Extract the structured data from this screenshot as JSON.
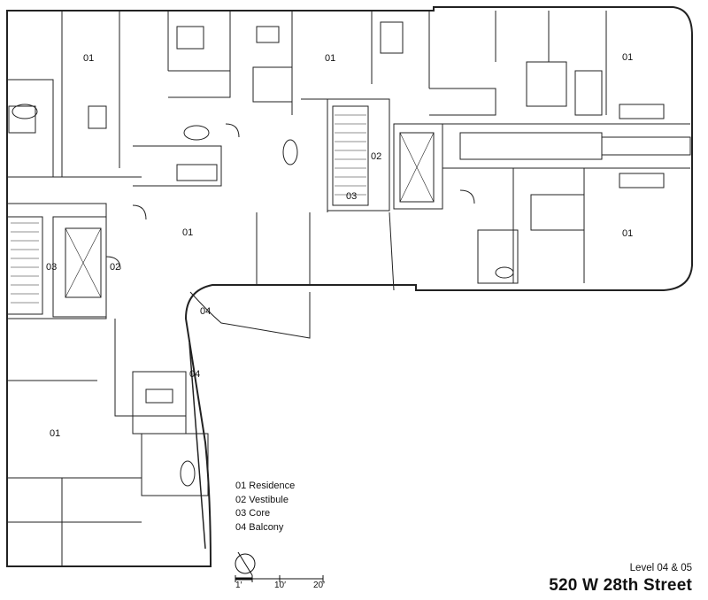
{
  "labels": {
    "residence_a": "01",
    "residence_b": "01",
    "residence_c": "01",
    "residence_d": "01",
    "residence_e": "01",
    "residence_f": "01",
    "vestibule_a": "02",
    "vestibule_b": "02",
    "core_a": "03",
    "core_b": "03",
    "balcony_a": "04",
    "balcony_b": "04"
  },
  "legend": {
    "item1": "01 Residence",
    "item2": "02 Vestibule",
    "item3": "03 Core",
    "item4": "04 Balcony"
  },
  "scale": {
    "s1": "1′",
    "s2": "10′",
    "s3": "20′"
  },
  "level": "Level 04 & 05",
  "address": "520 W 28th Street"
}
